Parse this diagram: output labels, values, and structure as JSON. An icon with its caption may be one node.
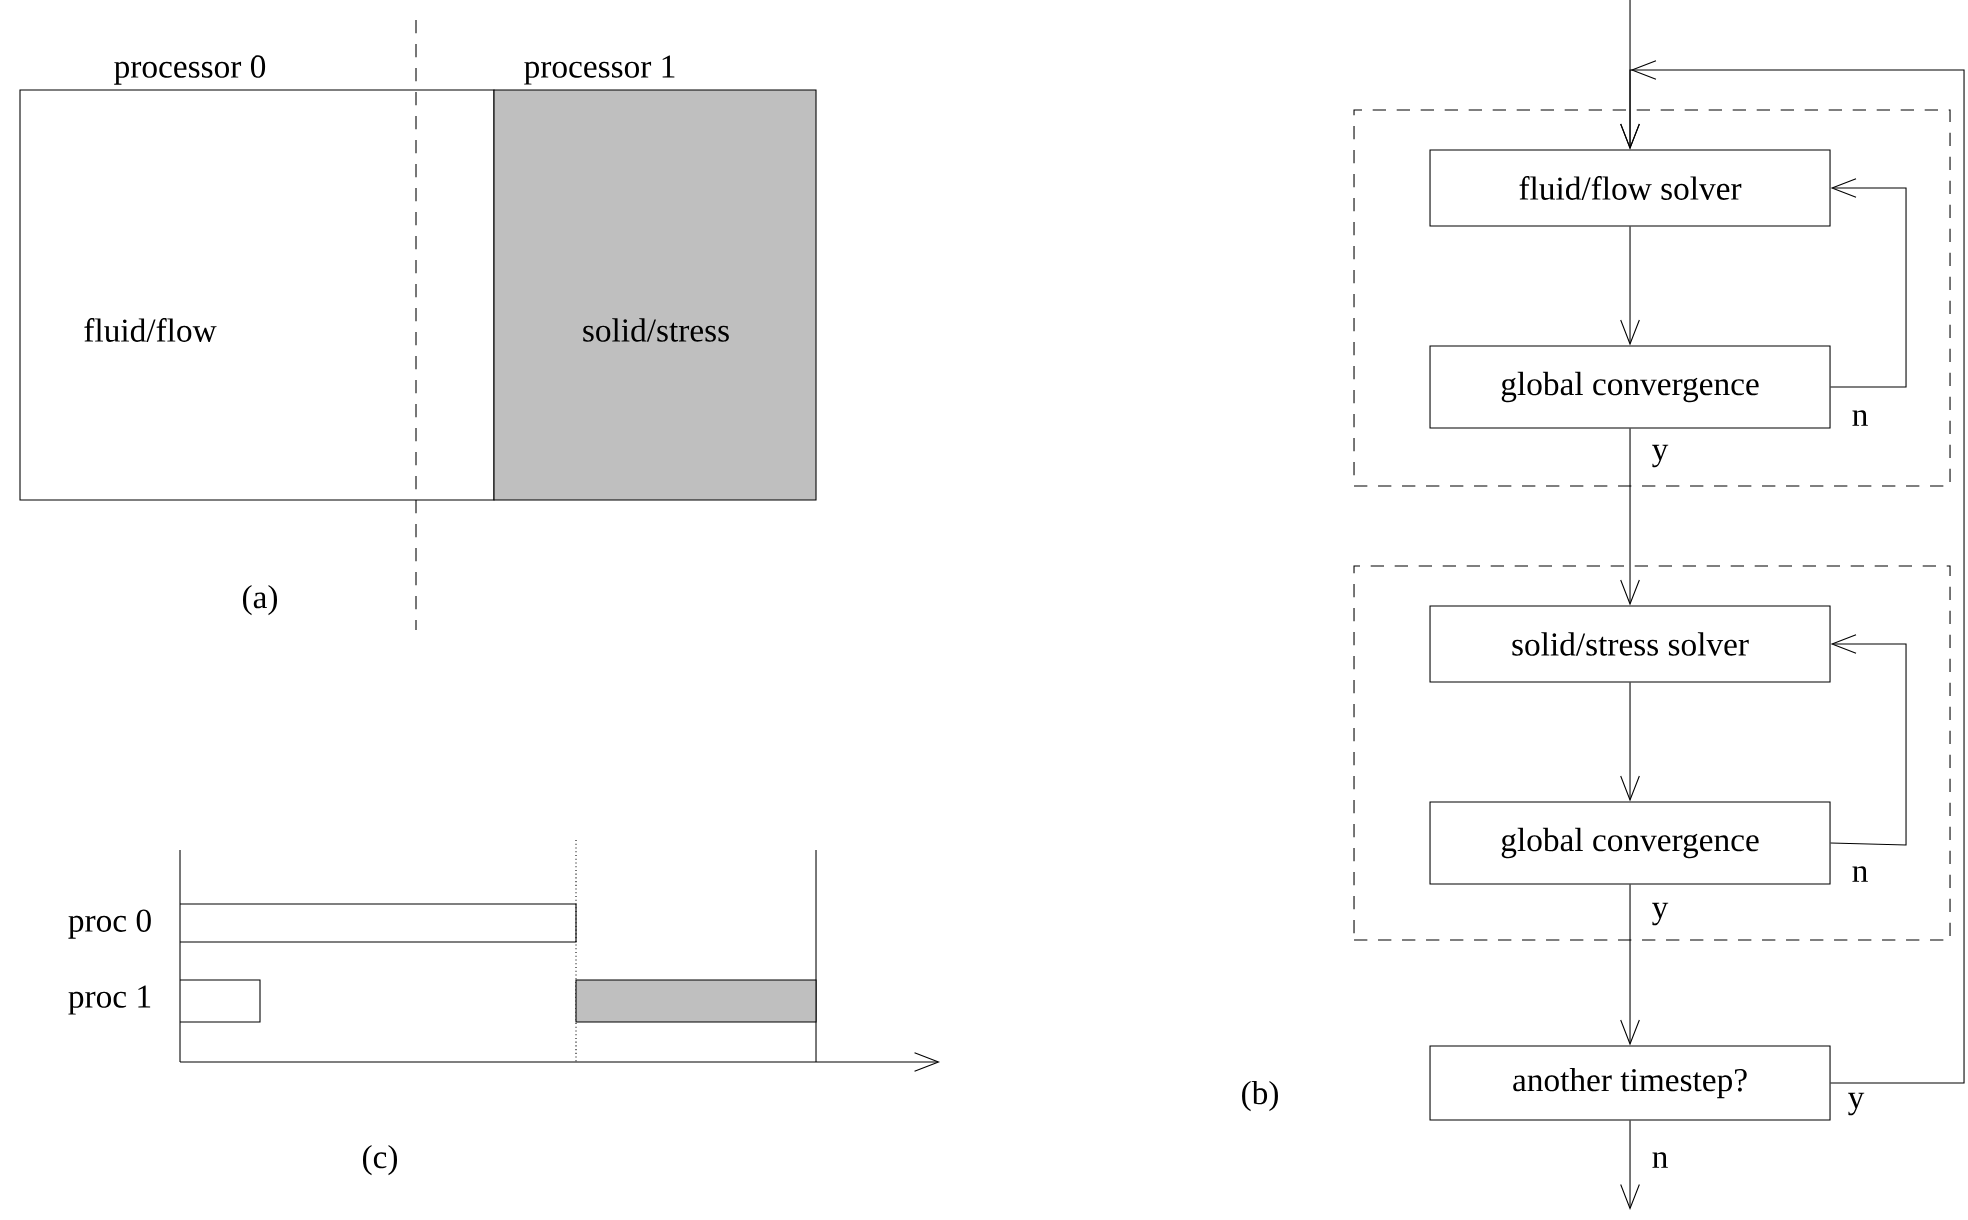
{
  "diagram": {
    "nodes": [
      {
        "text": [
          "processor 0",
          "fluid/flow"
        ]
      },
      {
        "text": [
          "processor 1",
          "solid/stress"
        ]
      },
      {
        "text": [],
        "shape": "box"
      },
      {
        "text": [
          "fluid/flow solver"
        ],
        "in": 2
      },
      {
        "text": [
          "global convergence"
        ],
        "in": 2
      },
      {
        "text": [],
        "shape": "box"
      },
      {
        "text": [
          "solid/stress solver"
        ],
        "in": 5
      },
      {
        "text": [
          "global convergence"
        ],
        "in": 5
      },
      {
        "text": [
          "another timestep?"
        ]
      }
    ],
    "edges": [
      {
        "from": null,
        "to": 3,
        "arrow": "to"
      },
      {
        "from": 3,
        "to": 4,
        "arrow": "to"
      },
      {
        "from": 4,
        "to": 3,
        "arrow": "to",
        "label": "n"
      },
      {
        "from": 4,
        "to": 6,
        "arrow": "to",
        "label": "y"
      },
      {
        "from": 6,
        "to": 7,
        "arrow": "to"
      },
      {
        "from": 7,
        "to": 6,
        "arrow": "to",
        "label": "n"
      },
      {
        "from": 7,
        "to": 8,
        "arrow": "to",
        "label": "y"
      },
      {
        "from": 8,
        "to": 3,
        "arrow": "to",
        "label": "y"
      },
      {
        "from": 8,
        "to": null,
        "arrow": "to",
        "label": "n"
      }
    ],
    "labels": [
      "(a)",
      "proc 0",
      "proc 1",
      "(c)",
      "(b)"
    ]
  }
}
